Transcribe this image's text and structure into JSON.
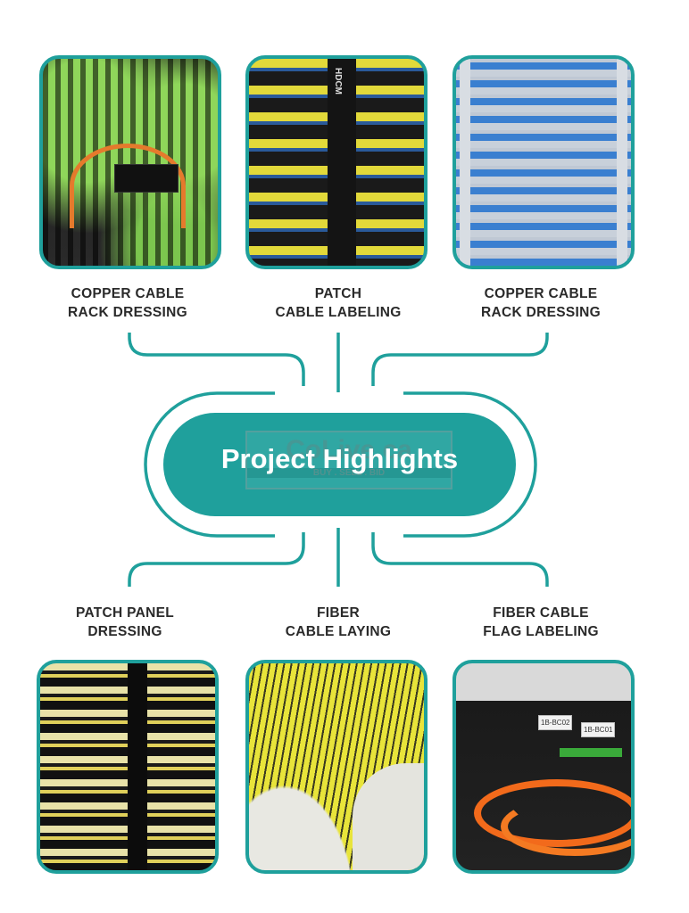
{
  "title": "Project Highlights",
  "watermark": {
    "brand": "CoLive.ca",
    "tagline": "BUY . SELL . BID"
  },
  "colors": {
    "accent": "#1fa09c",
    "text": "#2a2a2a"
  },
  "highlights": [
    {
      "line1": "COPPER CABLE",
      "line2": "RACK DRESSING",
      "photo_text": []
    },
    {
      "line1": "PATCH",
      "line2": "CABLE LABELING",
      "photo_text": [
        "HDCM"
      ]
    },
    {
      "line1": "COPPER CABLE",
      "line2": "RACK DRESSING",
      "photo_text": []
    },
    {
      "line1": "PATCH PANEL",
      "line2": "DRESSING",
      "photo_text": []
    },
    {
      "line1": "FIBER",
      "line2": "CABLE LAYING",
      "photo_text": []
    },
    {
      "line1": "FIBER CABLE",
      "line2": "FLAG LABELING",
      "photo_text": [
        "1B-BC02",
        "1B-BC01"
      ]
    }
  ]
}
